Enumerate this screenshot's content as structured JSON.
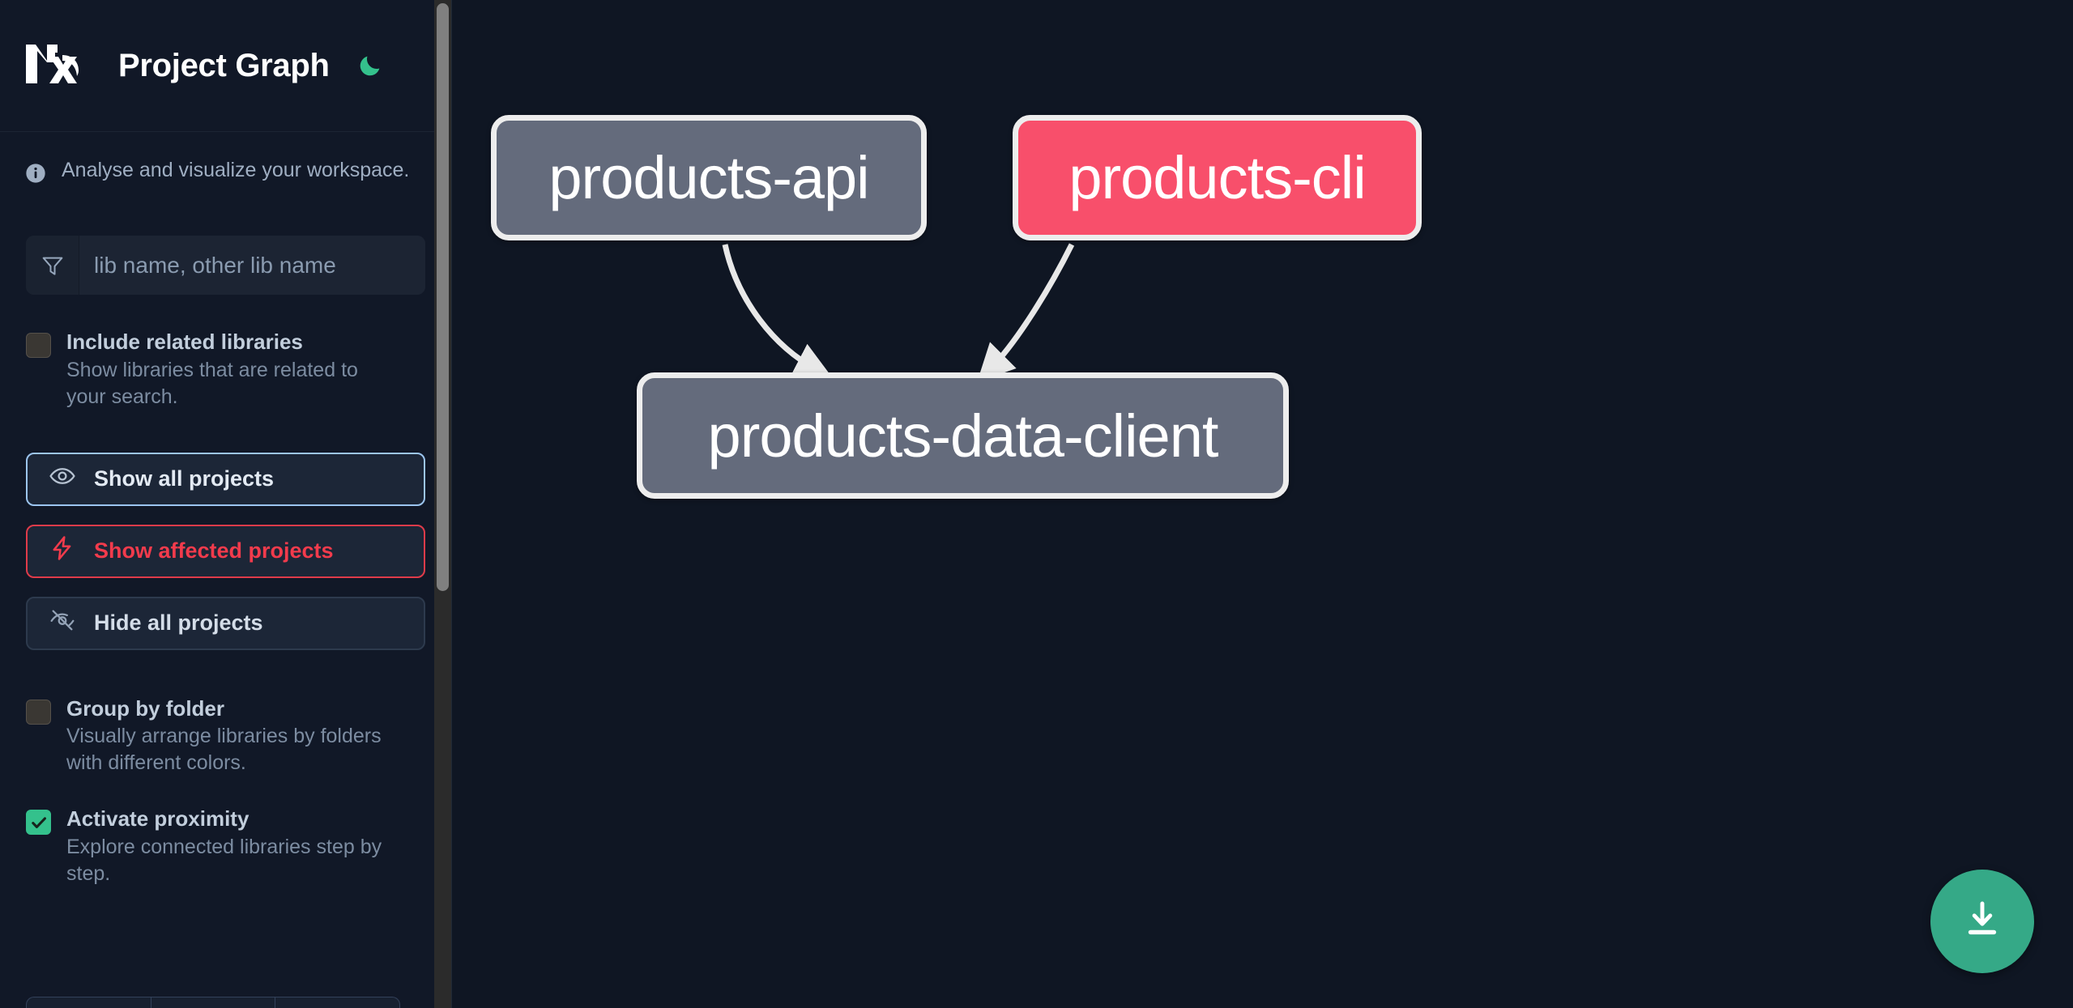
{
  "header": {
    "logo_name": "nx-logo",
    "title": "Project Graph",
    "theme_toggle_icon": "moon-icon",
    "theme_accent": "#34C18C"
  },
  "sidebar": {
    "description": {
      "icon": "info-icon",
      "text": "Analyse and visualize your workspace."
    },
    "search": {
      "icon": "filter-icon",
      "value": "",
      "placeholder": "lib name, other lib name"
    },
    "options": [
      {
        "id": "include-related-libraries",
        "title": "Include related libraries",
        "subtitle": "Show libraries that are related to your search.",
        "checked": false
      }
    ],
    "buttons": [
      {
        "id": "show-all-projects",
        "label": "Show all projects",
        "icon": "eye-icon",
        "variant": "primary"
      },
      {
        "id": "show-affected-projects",
        "label": "Show affected projects",
        "icon": "lightning-bolt-icon",
        "variant": "danger"
      },
      {
        "id": "hide-all-projects",
        "label": "Hide all projects",
        "icon": "eye-off-icon",
        "variant": "default"
      }
    ],
    "options2": [
      {
        "id": "group-by-folder",
        "title": "Group by folder",
        "subtitle": "Visually arrange libraries by folders with different colors.",
        "checked": false
      },
      {
        "id": "activate-proximity",
        "title": "Activate proximity",
        "subtitle": "Explore connected libraries step by step.",
        "checked": true
      }
    ],
    "scrollbar": {
      "thumb_color": "#808080",
      "track_color": "#2b2b2b"
    }
  },
  "graph": {
    "download_button_icon": "download-icon",
    "download_button_color": "#35A987",
    "edge_color": "#E8E8E8",
    "nodes": [
      {
        "id": "products-api",
        "label": "products-api",
        "color": "#646B7C",
        "affected": false
      },
      {
        "id": "products-cli",
        "label": "products-cli",
        "color": "#F84F6B",
        "affected": true
      },
      {
        "id": "products-data-client",
        "label": "products-data-client",
        "color": "#646B7C",
        "affected": false
      }
    ],
    "edges": [
      {
        "from": "products-api",
        "to": "products-data-client"
      },
      {
        "from": "products-cli",
        "to": "products-data-client"
      }
    ]
  }
}
